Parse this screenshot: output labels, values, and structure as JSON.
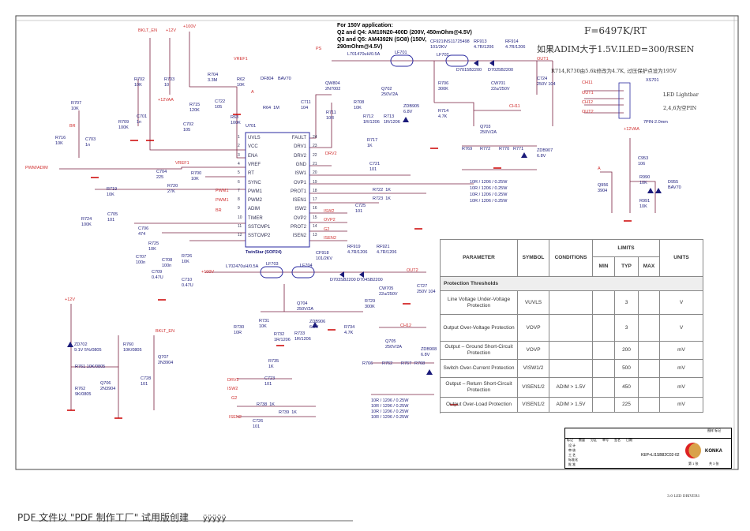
{
  "notes": {
    "app150_title": "For 150V application:",
    "app150_l1": "Q2 and Q4: AM10N20-400D (200V, 450mOhm@4.5V)",
    "app150_l2": "Q3 and Q5: AM4392N (SO8) (150V,",
    "app150_l3": "290mOhm@4.5V)",
    "freq": "F=6497K/RT",
    "iled": "如果ADIM大于1.5V.ILED=300/RSEN",
    "r714": "R714,R730由5.6k修改为4.7K, 过压保护点设为195V",
    "lightbar": "LED Lightbar",
    "nc_pins": "2,4,6为空PIN",
    "driver_tag": "3.0 LED DRIVER1"
  },
  "chip": {
    "ref": "U701",
    "name": "TwinStar (SOP24)",
    "left_pins": [
      [
        "1",
        "UVLS"
      ],
      [
        "2",
        "VCC"
      ],
      [
        "3",
        "ENA"
      ],
      [
        "4",
        "VREF"
      ],
      [
        "5",
        "RT"
      ],
      [
        "6",
        "SYNC"
      ],
      [
        "7",
        "PWM1"
      ],
      [
        "8",
        "PWM2"
      ],
      [
        "9",
        "ADIM"
      ],
      [
        "10",
        "TIMER"
      ],
      [
        "11",
        "SSTCMP1"
      ],
      [
        "12",
        "SSTCMP2"
      ]
    ],
    "right_pins": [
      [
        "24",
        "FAULT"
      ],
      [
        "23",
        "DRV1"
      ],
      [
        "22",
        "DRV2"
      ],
      [
        "21",
        "GND"
      ],
      [
        "20",
        "ISW1"
      ],
      [
        "19",
        "OVP1"
      ],
      [
        "18",
        "PROT1"
      ],
      [
        "17",
        "ISEN1"
      ],
      [
        "16",
        "ISW2"
      ],
      [
        "15",
        "OVP2"
      ],
      [
        "14",
        "PROT2"
      ],
      [
        "13",
        "ISEN2"
      ]
    ]
  },
  "nets": [
    "BKLT_EN",
    "+12V",
    "+100V",
    "VREF1",
    "PS",
    "OUT1",
    "CH11",
    "OUT1",
    "CH12",
    "OUT2",
    "+12VAA",
    "CH11",
    "BR",
    "PWM/ADIM",
    "VREF1",
    "PWM1",
    "PWM1",
    "BR",
    "DRV2",
    "ISW2",
    "OVP2",
    "G2",
    "ISEN2",
    "+100V",
    "OUT2",
    "CH12",
    "BKLT_EN",
    "+12V",
    "DRV2",
    "ISW2",
    "G2",
    "ISEN2",
    "A",
    "+12VAA",
    "A"
  ],
  "components": [
    "R702\n10K",
    "R703\n10",
    "R704\n3.3M",
    "R62\n10K",
    "DF804",
    "BAV70",
    "QW804\n2N7002",
    "R64  1M",
    "C711\n104",
    "R708\n10K",
    "R711\n10R",
    "R712\n1R/1206",
    "R713\n1R/1206",
    "ZDB905\n6.8V",
    "R714\n4.7K",
    "R706\n300K",
    "Q702\n250V/2A",
    "L701470uH/0.5A",
    "LF701",
    "LF702",
    "CF921INS11725498\n101/2KV",
    "RF913\n4.7R/1206",
    "RF914\n4.7R/1206",
    "D7015B2200",
    "D7025B2200",
    "CW701\n22u/250V",
    "C724\n250V 104",
    "XS701",
    "7PIN-2.0mm",
    "R707\n10K",
    "R709\n100K",
    "C701\n1n",
    "R715\n120K",
    "C722\n105",
    "C702\n105",
    "R63\n100K",
    "R716\n10K",
    "C703\n1n",
    "C704\n225",
    "R700\n10K",
    "R720\n27K",
    "R719\n10K",
    "R724\n100K",
    "C705\n101",
    "C706\n474",
    "R725\n10K",
    "C707\n100n",
    "C708\n100n",
    "C709\n0.47U",
    "R726\n10K",
    "C710\n0.47U",
    "R717\n1K",
    "C721\n101",
    "R722  1K",
    "R723  1K",
    "C725\n101",
    "Q703\n250V/2A",
    "R769",
    "R772",
    "R770",
    "R771",
    "ZDB907\n6.8V",
    "10R / 1206 / 0.25W",
    "10R / 1206 / 0.25W",
    "10R / 1206 / 0.25W",
    "10R / 1206 / 0.25W",
    "C953\n106",
    "R990\n10K",
    "R991\n10K",
    "D955\nBAV70",
    "Q956\n3904",
    "L702470uH/0.5A",
    "LF703",
    "LF704",
    "CF918\n101/2KV",
    "RF919\n4.7R/1206",
    "RF921\n4.7R/1206",
    "D703SB2200",
    "D704SB2200",
    "CW705\n22u/250V",
    "C727\n250V 104",
    "R729\n300K",
    "Q704\n250V/2A",
    "R730\n10R",
    "R731\n10K",
    "R732\n1R/1206",
    "R733\n1R/1206",
    "ZDB906\n6.8V",
    "R734\n4.7K",
    "R735\n1K",
    "C723\n101",
    "R738  1K",
    "R739  1K",
    "C726\n101",
    "Q705\n250V/2A",
    "ZDB908\n6.8V",
    "R766",
    "R762",
    "R767",
    "R768",
    "10R / 1206 / 0.25W",
    "10R / 1296 / 0.25W",
    "10R / 1206 / 0.25W",
    "10R / 1206 / 0.25W",
    "ZD702\n9.1V 5%/0805",
    "R760\n10K/0805",
    "Q707\n2N3904",
    "R761 10K/0805",
    "Q706\n2N3904",
    "C728\n101",
    "R762\n9K/0805"
  ],
  "table": {
    "headers": {
      "parameter": "PARAMETER",
      "symbol": "SYMBOL",
      "conditions": "CONDITIONS",
      "limits": "LIMITS",
      "min": "MIN",
      "typ": "TYP",
      "max": "MAX",
      "units": "UNITS"
    },
    "section": "Protection Thresholds",
    "rows": [
      {
        "parameter": "Line Voltage Under-Voltage Protection",
        "symbol": "VUVLS",
        "conditions": "",
        "min": "",
        "typ": "3",
        "max": "",
        "units": "V"
      },
      {
        "parameter": "Output Over-Voltage Protection",
        "symbol": "VOVP",
        "conditions": "",
        "min": "",
        "typ": "3",
        "max": "",
        "units": "V"
      },
      {
        "parameter": "Output – Ground Short-Circuit Protection",
        "symbol": "VOVP",
        "conditions": "",
        "min": "",
        "typ": "200",
        "max": "",
        "units": "mV"
      },
      {
        "parameter": "Switch Over-Current Protection",
        "symbol": "VISW1/2",
        "conditions": "",
        "min": "",
        "typ": "500",
        "max": "",
        "units": "mV"
      },
      {
        "parameter": "Output – Return Short-Circuit Protection",
        "symbol": "VISEN1/2",
        "conditions": "ADIM > 1.5V",
        "min": "",
        "typ": "450",
        "max": "",
        "units": "mV"
      },
      {
        "parameter": "Output Over-Load Protection",
        "symbol": "VISEN1/2",
        "conditions": "ADIM > 1.5V",
        "min": "",
        "typ": "225",
        "max": "",
        "units": "mV"
      }
    ]
  },
  "title_block": {
    "doc_no": "KEP+LI1SB82C02-02",
    "brand": "KONKA",
    "rows": [
      "设 计",
      "审 核",
      "工 艺",
      "标准化",
      "批 准"
    ],
    "head": [
      "标记",
      "数量",
      "分区",
      "单号",
      "签名",
      "日期"
    ],
    "tags": [
      "图样 标记"
    ],
    "sheet": "第 1 张",
    "total": "共 3 张"
  },
  "footer": {
    "text": "PDF 文件以 \"PDF 制作工厂\" 试用版创建",
    "link": "ÿÿÿÿÿ"
  },
  "colors": {
    "wire": "#7a2040",
    "net_label": "#d03030",
    "component": "#1a1a7a",
    "chip": "#2a2aa0"
  }
}
